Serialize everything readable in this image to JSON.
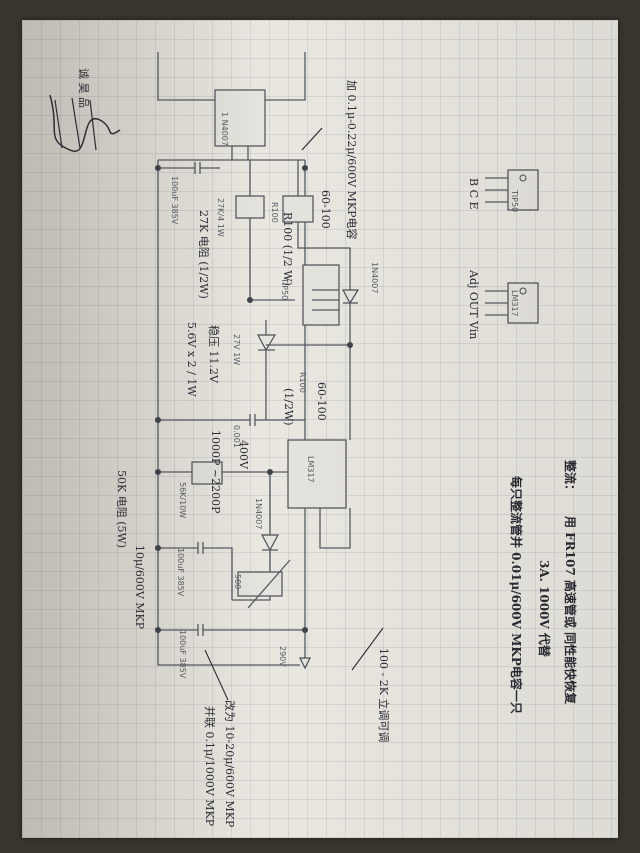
{
  "pin_labels": {
    "tip50": "TIP50",
    "bce": "B C E",
    "lm317": "LM317",
    "adj_out_vin": "Adj OUT Vin"
  },
  "printed_labels": {
    "bridge": "1 N4007",
    "c_in": "100uF 385V",
    "r_27k": "27K/4 1W",
    "r100_top": "R100",
    "q_label": "TIP50",
    "d_1n4007_a": "1N4007",
    "z_27v": "27V 1W",
    "r100_bottom": "R100",
    "c_001": "0.001",
    "ic_label": "LM317",
    "r_56k": "56K/10W",
    "d_1n4007_b": "1N4007",
    "c_mid": "100uF 385V",
    "pot": "500",
    "c_out": "100uF 385V",
    "v_out": "290V"
  },
  "handwritten": {
    "top_note": "加 0.1μ-0.22μ/600V MKP电容",
    "r_60_100_a": "60-100",
    "r_1_2w": "R100 (1/2 W)",
    "r_27k_note": "27K 电阻 (1/2W)",
    "zener_note": "稳压 11.2V",
    "zener_note2": "5.6V x 2 / 1W",
    "r_60_100_b": "60-100",
    "r_1_2w_b": "(1/2W)",
    "cap_1000p": "1000P ~2200P",
    "cap_400v": "400V",
    "r_50k": "50K 电阻 (5W)",
    "c_10u": "10μ/600V MKP",
    "pot_note": "100 - 2K 立调可调",
    "c_out_note": "改为 10-20μ/600V MKP",
    "c_out_note2": "并联 0.1μ/1000V MKP",
    "remark_title": "整流：",
    "remark1": "用 FR107 高速管或 同性能快恢复",
    "remark2": "3A. 1000V 代替",
    "remark3": "每只整流管并 0.01μ/600V MKP电容一只",
    "brand": "诚 昊 品"
  }
}
